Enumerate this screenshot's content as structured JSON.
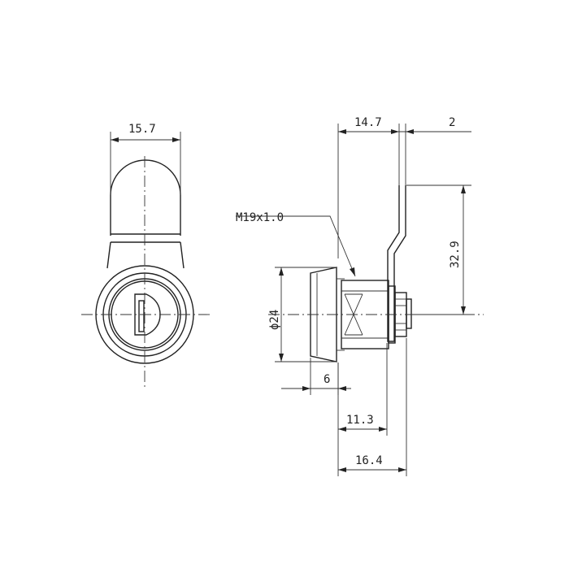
{
  "dimensions": {
    "front_width": "15.7",
    "body_length": "14.7",
    "cam_thickness": "2",
    "thread": "M19x1.0",
    "cam_offset": "32.9",
    "bezel_diameter": "ϕ24",
    "bezel_thickness": "6",
    "length_a": "11.3",
    "length_b": "16.4"
  }
}
